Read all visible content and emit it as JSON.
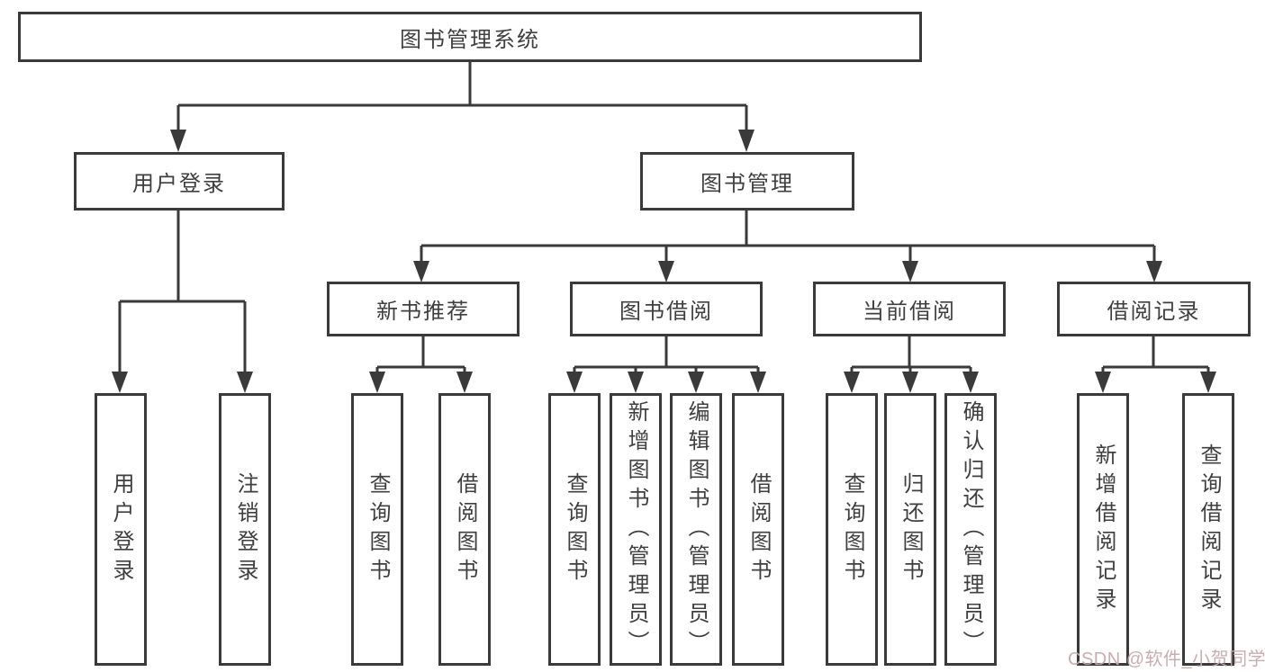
{
  "tree": {
    "root": "图书管理系统",
    "children": [
      {
        "label": "用户登录",
        "children": [
          {
            "label": "用户登录"
          },
          {
            "label": "注销登录"
          }
        ]
      },
      {
        "label": "图书管理",
        "children": [
          {
            "label": "新书推荐",
            "children": [
              {
                "label": "查询图书"
              },
              {
                "label": "借阅图书"
              }
            ]
          },
          {
            "label": "图书借阅",
            "children": [
              {
                "label": "查询图书"
              },
              {
                "label": "新增图书（管理员）"
              },
              {
                "label": "编辑图书（管理员）"
              },
              {
                "label": "借阅图书"
              }
            ]
          },
          {
            "label": "当前借阅",
            "children": [
              {
                "label": "查询图书"
              },
              {
                "label": "归还图书"
              },
              {
                "label": "确认归还（管理员）"
              }
            ]
          },
          {
            "label": "借阅记录",
            "children": [
              {
                "label": "新增借阅记录"
              },
              {
                "label": "查询借阅记录"
              }
            ]
          }
        ]
      }
    ]
  },
  "watermark": {
    "text": "CSDN @软件_小贺同学"
  },
  "colors": {
    "line": "#3a3a3a",
    "text": "#3f3f3f",
    "background": "#ffffff",
    "watermark": "#c6aaaa"
  }
}
